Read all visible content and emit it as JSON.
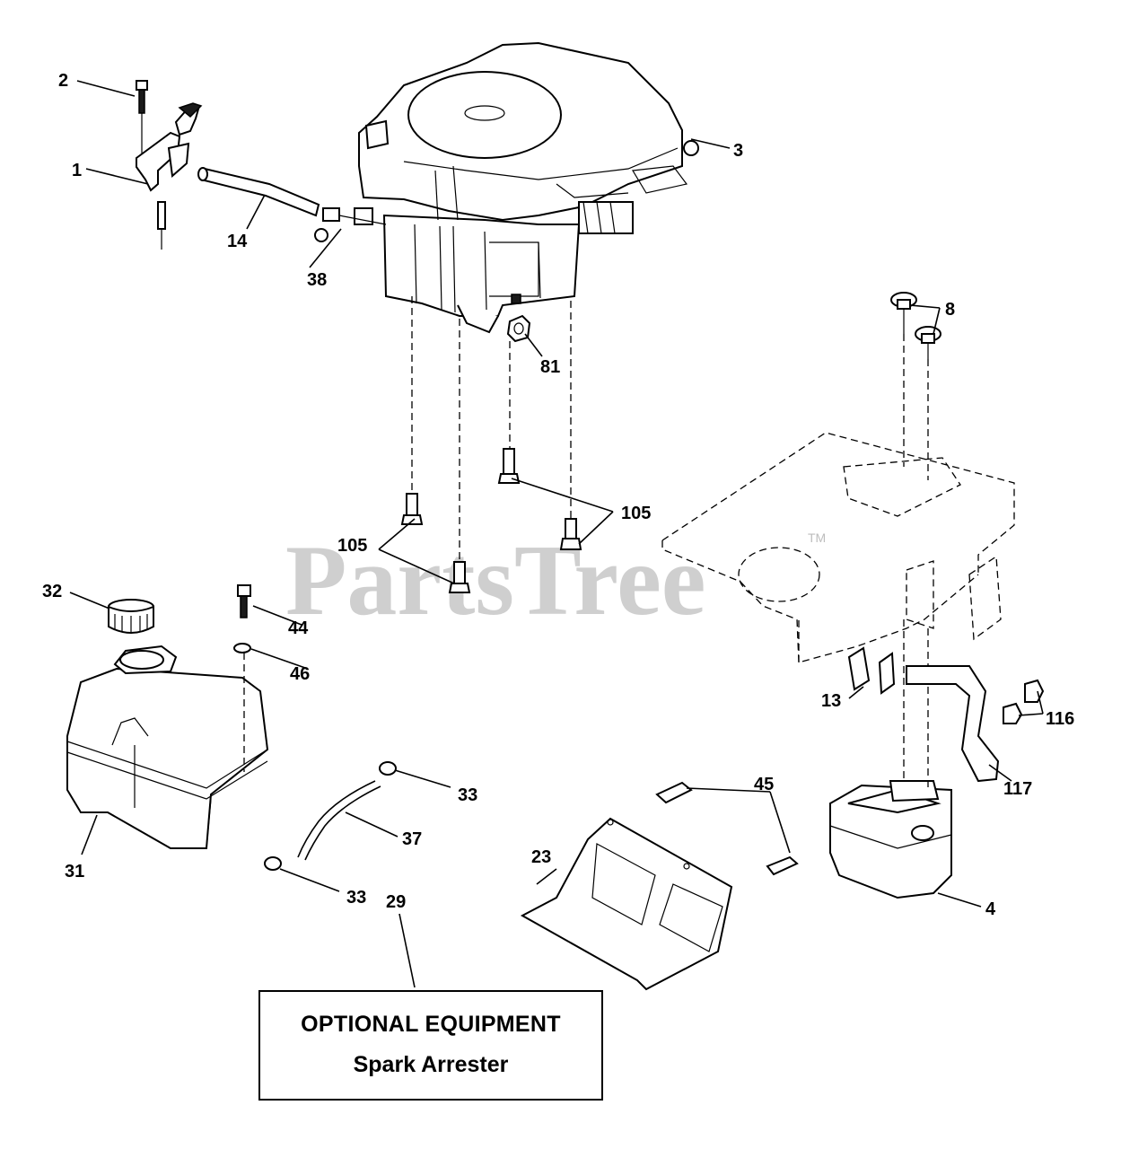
{
  "watermark": {
    "text": "PartsTree",
    "trademark": "TM"
  },
  "callouts": [
    {
      "id": "1",
      "label": "1"
    },
    {
      "id": "2",
      "label": "2"
    },
    {
      "id": "3",
      "label": "3"
    },
    {
      "id": "4",
      "label": "4"
    },
    {
      "id": "8",
      "label": "8"
    },
    {
      "id": "13",
      "label": "13"
    },
    {
      "id": "14",
      "label": "14"
    },
    {
      "id": "23",
      "label": "23"
    },
    {
      "id": "29",
      "label": "29"
    },
    {
      "id": "31",
      "label": "31"
    },
    {
      "id": "32",
      "label": "32"
    },
    {
      "id": "33a",
      "label": "33"
    },
    {
      "id": "33b",
      "label": "33"
    },
    {
      "id": "37",
      "label": "37"
    },
    {
      "id": "38",
      "label": "38"
    },
    {
      "id": "44",
      "label": "44"
    },
    {
      "id": "45",
      "label": "45"
    },
    {
      "id": "46",
      "label": "46"
    },
    {
      "id": "81",
      "label": "81"
    },
    {
      "id": "105a",
      "label": "105"
    },
    {
      "id": "105b",
      "label": "105"
    },
    {
      "id": "116",
      "label": "116"
    },
    {
      "id": "117",
      "label": "117"
    }
  ],
  "optional_box": {
    "title": "OPTIONAL EQUIPMENT",
    "item": "Spark Arrester"
  }
}
